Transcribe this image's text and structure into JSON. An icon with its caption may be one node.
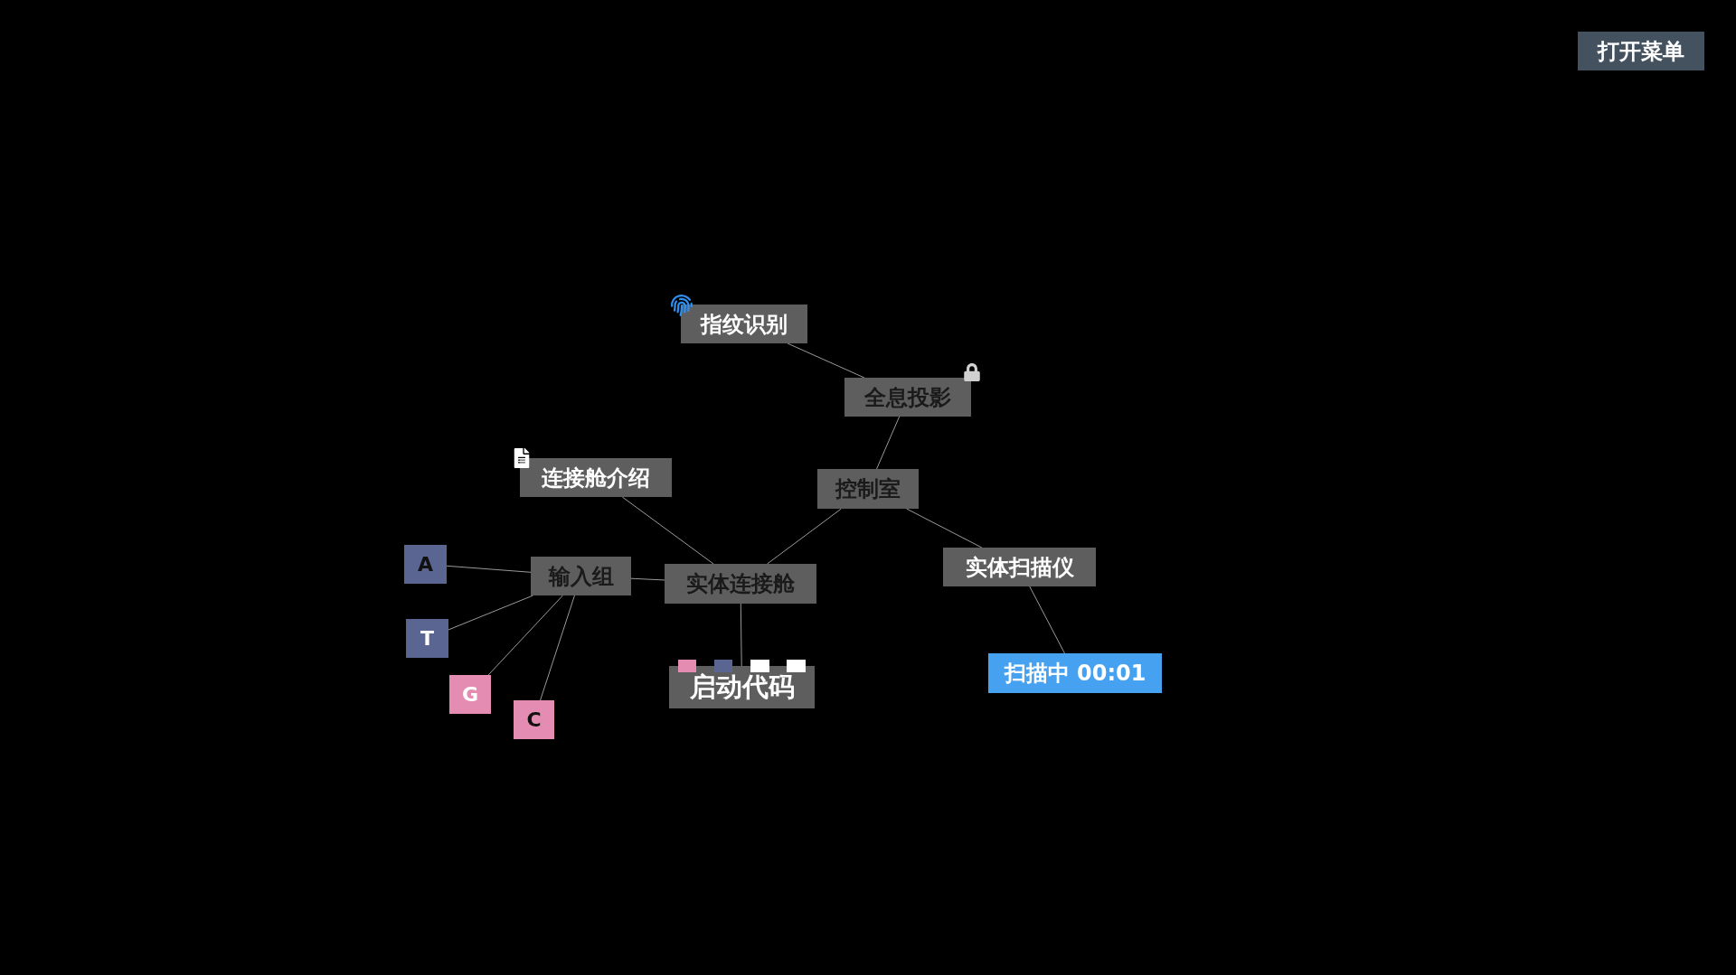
{
  "diagram": {
    "nodes": [
      {
        "text": [
          "打开菜单"
        ]
      },
      {
        "text": [
          "指纹识别"
        ]
      },
      {
        "text": [
          "全息投影"
        ]
      },
      {
        "text": [
          "连接舱介绍"
        ]
      },
      {
        "text": [
          "控制室"
        ]
      },
      {
        "text": [
          "A"
        ]
      },
      {
        "text": [
          "输入组"
        ]
      },
      {
        "text": [
          "实体连接舱"
        ]
      },
      {
        "text": [
          "实体扫描仪"
        ]
      },
      {
        "text": [
          "T"
        ]
      },
      {
        "text": [],
        "shape": "box"
      },
      {
        "text": [],
        "shape": "box"
      },
      {
        "text": [],
        "shape": "box"
      },
      {
        "text": [],
        "shape": "box"
      },
      {
        "text": [
          "启动代码"
        ]
      },
      {
        "text": [
          "G"
        ]
      },
      {
        "text": [
          "扫描中 00:01"
        ]
      },
      {
        "text": [
          "C"
        ]
      }
    ],
    "edges": [
      {
        "from": 1,
        "to": 2,
        "arrow": "none"
      },
      {
        "from": 2,
        "to": 4,
        "arrow": "none"
      },
      {
        "from": 4,
        "to": 7,
        "arrow": "none"
      },
      {
        "from": 4,
        "to": 8,
        "arrow": "none"
      },
      {
        "from": 8,
        "to": 16,
        "arrow": "none"
      },
      {
        "from": 3,
        "to": 7,
        "arrow": "none"
      },
      {
        "from": 6,
        "to": 7,
        "arrow": "none"
      },
      {
        "from": 7,
        "to": 14,
        "arrow": "none"
      },
      {
        "from": 5,
        "to": 6,
        "arrow": "none"
      },
      {
        "from": 9,
        "to": 6,
        "arrow": "none"
      },
      {
        "from": 15,
        "to": 6,
        "arrow": "none"
      },
      {
        "from": 17,
        "to": 6,
        "arrow": "none"
      }
    ]
  }
}
